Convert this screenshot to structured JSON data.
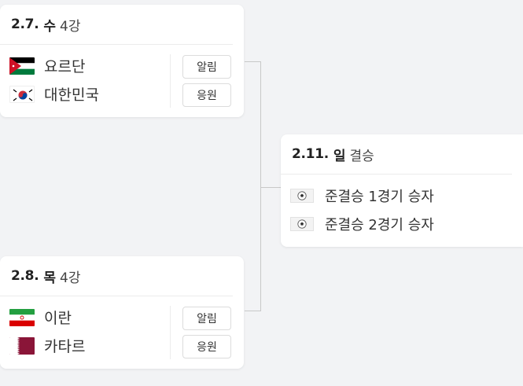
{
  "matches": [
    {
      "date": "2.7.",
      "day": "수",
      "round": "4강",
      "teams": [
        {
          "name": "요르단",
          "flag": "jordan-flag"
        },
        {
          "name": "대한민국",
          "flag": "south-korea-flag"
        }
      ],
      "alert_label": "알림",
      "cheer_label": "응원"
    },
    {
      "date": "2.8.",
      "day": "목",
      "round": "4강",
      "teams": [
        {
          "name": "이란",
          "flag": "iran-flag"
        },
        {
          "name": "카타르",
          "flag": "qatar-flag"
        }
      ],
      "alert_label": "알림",
      "cheer_label": "응원"
    }
  ],
  "final": {
    "date": "2.11.",
    "day": "일",
    "round": "결승",
    "teams": [
      {
        "name": "준결승 1경기 승자",
        "icon": "soccer-ball-icon"
      },
      {
        "name": "준결승 2경기 승자",
        "icon": "soccer-ball-icon"
      }
    ]
  },
  "colors": {
    "background": "#f2f3f5",
    "card": "#ffffff",
    "connector": "#c8c8c8"
  }
}
